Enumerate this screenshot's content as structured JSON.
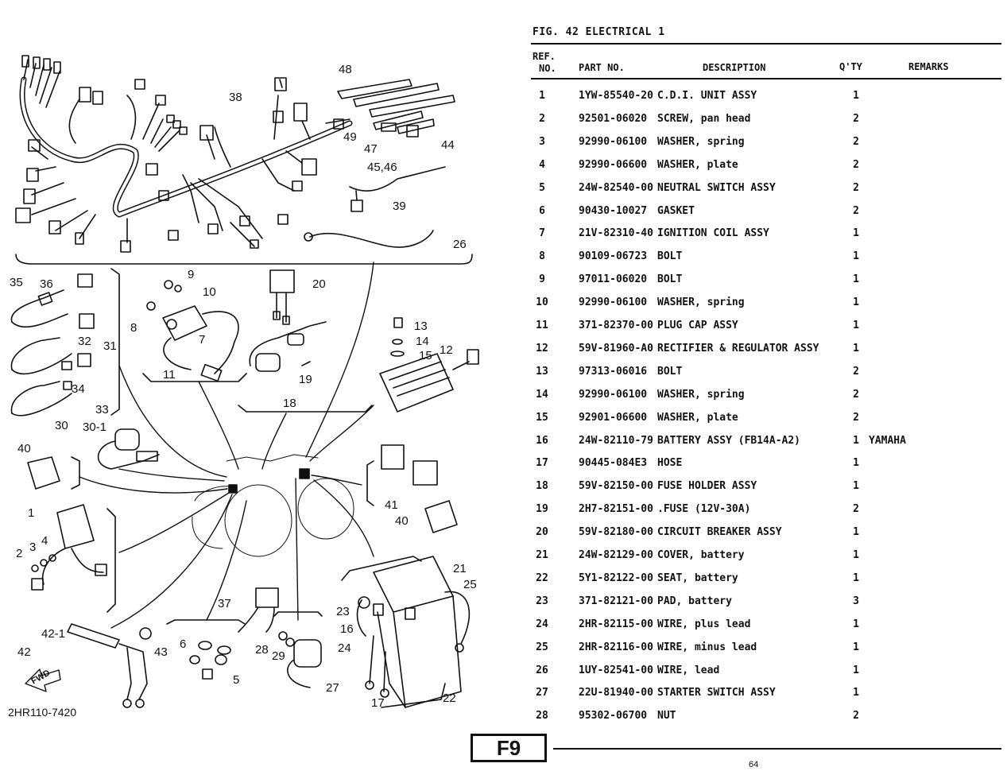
{
  "header": {
    "fig_title": "FIG. 42  ELECTRICAL 1",
    "col_ref_1": "REF.",
    "col_ref_2": "NO.",
    "col_part": "PART NO.",
    "col_desc": "DESCRIPTION",
    "col_qty": "Q'TY",
    "col_remarks": "REMARKS"
  },
  "parts": [
    {
      "ref": "1",
      "part": "1YW-85540-20",
      "desc": "C.D.I. UNIT ASSY",
      "qty": "1",
      "remarks": ""
    },
    {
      "ref": "2",
      "part": "92501-06020",
      "desc": "SCREW, pan head",
      "qty": "2",
      "remarks": ""
    },
    {
      "ref": "3",
      "part": "92990-06100",
      "desc": "WASHER, spring",
      "qty": "2",
      "remarks": ""
    },
    {
      "ref": "4",
      "part": "92990-06600",
      "desc": "WASHER, plate",
      "qty": "2",
      "remarks": ""
    },
    {
      "ref": "5",
      "part": "24W-82540-00",
      "desc": "NEUTRAL SWITCH ASSY",
      "qty": "2",
      "remarks": ""
    },
    {
      "ref": "6",
      "part": "90430-10027",
      "desc": "GASKET",
      "qty": "2",
      "remarks": ""
    },
    {
      "ref": "7",
      "part": "21V-82310-40",
      "desc": "IGNITION COIL ASSY",
      "qty": "1",
      "remarks": ""
    },
    {
      "ref": "8",
      "part": "90109-06723",
      "desc": "BOLT",
      "qty": "1",
      "remarks": ""
    },
    {
      "ref": "9",
      "part": "97011-06020",
      "desc": "BOLT",
      "qty": "1",
      "remarks": ""
    },
    {
      "ref": "10",
      "part": "92990-06100",
      "desc": "WASHER, spring",
      "qty": "1",
      "remarks": ""
    },
    {
      "ref": "11",
      "part": "371-82370-00",
      "desc": "PLUG CAP ASSY",
      "qty": "1",
      "remarks": ""
    },
    {
      "ref": "12",
      "part": "59V-81960-A0",
      "desc": "RECTIFIER & REGULATOR ASSY",
      "qty": "1",
      "remarks": ""
    },
    {
      "ref": "13",
      "part": "97313-06016",
      "desc": "BOLT",
      "qty": "2",
      "remarks": ""
    },
    {
      "ref": "14",
      "part": "92990-06100",
      "desc": "WASHER, spring",
      "qty": "2",
      "remarks": ""
    },
    {
      "ref": "15",
      "part": "92901-06600",
      "desc": "WASHER, plate",
      "qty": "2",
      "remarks": ""
    },
    {
      "ref": "16",
      "part": "24W-82110-79",
      "desc": "BATTERY ASSY (FB14A-A2)",
      "qty": "1",
      "remarks": "YAMAHA"
    },
    {
      "ref": "17",
      "part": "90445-084E3",
      "desc": "HOSE",
      "qty": "1",
      "remarks": ""
    },
    {
      "ref": "18",
      "part": "59V-82150-00",
      "desc": "FUSE HOLDER ASSY",
      "qty": "1",
      "remarks": ""
    },
    {
      "ref": "19",
      "part": "2H7-82151-00",
      "desc": ".FUSE (12V-30A)",
      "qty": "2",
      "remarks": ""
    },
    {
      "ref": "20",
      "part": "59V-82180-00",
      "desc": "CIRCUIT BREAKER ASSY",
      "qty": "1",
      "remarks": ""
    },
    {
      "ref": "21",
      "part": "24W-82129-00",
      "desc": "COVER, battery",
      "qty": "1",
      "remarks": ""
    },
    {
      "ref": "22",
      "part": "5Y1-82122-00",
      "desc": "SEAT, battery",
      "qty": "1",
      "remarks": ""
    },
    {
      "ref": "23",
      "part": "371-82121-00",
      "desc": "PAD, battery",
      "qty": "3",
      "remarks": ""
    },
    {
      "ref": "24",
      "part": "2HR-82115-00",
      "desc": "WIRE, plus lead",
      "qty": "1",
      "remarks": ""
    },
    {
      "ref": "25",
      "part": "2HR-82116-00",
      "desc": "WIRE, minus lead",
      "qty": "1",
      "remarks": ""
    },
    {
      "ref": "26",
      "part": "1UY-82541-00",
      "desc": "WIRE, lead",
      "qty": "1",
      "remarks": ""
    },
    {
      "ref": "27",
      "part": "22U-81940-00",
      "desc": "STARTER SWITCH ASSY",
      "qty": "1",
      "remarks": ""
    },
    {
      "ref": "28",
      "part": "95302-06700",
      "desc": "NUT",
      "qty": "2",
      "remarks": ""
    }
  ],
  "diagram": {
    "drawing_code": "2HR110-7420",
    "fwd_label": "FWD",
    "callouts": [
      "48",
      "38",
      "49",
      "47",
      "44",
      "45,46",
      "39",
      "26",
      "35",
      "36",
      "9",
      "10",
      "20",
      "8",
      "7",
      "13",
      "14",
      "15",
      "12",
      "32",
      "31",
      "34",
      "33",
      "11",
      "19",
      "18",
      "30",
      "30-1",
      "40",
      "1",
      "41",
      "40",
      "2",
      "3",
      "4",
      "21",
      "25",
      "37",
      "23",
      "16",
      "42-1",
      "43",
      "42",
      "6",
      "28",
      "29",
      "24",
      "5",
      "27",
      "17",
      "22"
    ]
  },
  "footer": {
    "section_label": "F9",
    "page_number": "64"
  }
}
